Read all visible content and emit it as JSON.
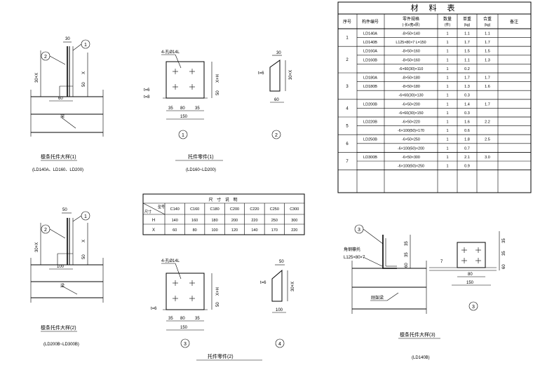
{
  "material_table": {
    "title": "材 料 表",
    "headers": [
      "序号",
      "构件编号",
      "零件规格",
      "数量",
      "单重",
      "合重",
      "备注"
    ],
    "header_units": [
      "",
      "",
      "(-长x宽x厚)",
      "(件)",
      "(kg)",
      "(kg)",
      ""
    ],
    "groups": [
      {
        "no": "1",
        "rows": [
          {
            "code": "LD140A",
            "spec": "-8×50×140",
            "qty": "1",
            "unit": "1.1",
            "total": "1.1"
          },
          {
            "code": "LD140B",
            "spec": "L125×80×7    L=150",
            "qty": "1",
            "unit": "1.7",
            "total": "1.7"
          }
        ]
      },
      {
        "no": "2",
        "rows": [
          {
            "code": "LD160A",
            "spec": "-8×50×160",
            "qty": "1",
            "unit": "1.5",
            "total": "1.5"
          },
          {
            "code": "LD160B",
            "spec": "-8×50×160",
            "qty": "1",
            "unit": "1.1",
            "total": "1.3"
          },
          {
            "code": "",
            "spec": "-6×60(30)×110",
            "qty": "1",
            "unit": "0.2",
            "total": ""
          }
        ]
      },
      {
        "no": "3",
        "rows": [
          {
            "code": "LD180A",
            "spec": "-8×50×180",
            "qty": "1",
            "unit": "1.7",
            "total": "1.7"
          },
          {
            "code": "LD180B",
            "spec": "-8×50×180",
            "qty": "1",
            "unit": "1.3",
            "total": "1.6"
          },
          {
            "code": "",
            "spec": "-6×60(30)×130",
            "qty": "1",
            "unit": "0.3",
            "total": ""
          }
        ]
      },
      {
        "no": "4",
        "rows": [
          {
            "code": "LD200B",
            "spec": "-6×50×200",
            "qty": "1",
            "unit": "1.4",
            "total": "1.7"
          },
          {
            "code": "",
            "spec": "-6×60(30)×150",
            "qty": "1",
            "unit": "0.3",
            "total": ""
          }
        ]
      },
      {
        "no": "5",
        "rows": [
          {
            "code": "LD220B",
            "spec": "-6×50×220",
            "qty": "1",
            "unit": "1.6",
            "total": "2.2"
          },
          {
            "code": "",
            "spec": "-6×100(50)×170",
            "qty": "1",
            "unit": "0.6",
            "total": ""
          }
        ]
      },
      {
        "no": "6",
        "rows": [
          {
            "code": "LD250B",
            "spec": "-6×50×250",
            "qty": "1",
            "unit": "1.8",
            "total": "2.5"
          },
          {
            "code": "",
            "spec": "-6×100(50)×200",
            "qty": "1",
            "unit": "0.7",
            "total": ""
          }
        ]
      },
      {
        "no": "7",
        "rows": [
          {
            "code": "LD300B",
            "spec": "-6×50×300",
            "qty": "1",
            "unit": "2.1",
            "total": "3.0"
          },
          {
            "code": "",
            "spec": "-6×100(50)×250",
            "qty": "1",
            "unit": "0.9",
            "total": ""
          }
        ]
      }
    ]
  },
  "size_table": {
    "title": "尺 寸 说 明",
    "corner_top": "型号",
    "corner_bottom": "尺寸",
    "columns": [
      "C140",
      "C160",
      "C180",
      "C200",
      "C220",
      "C250",
      "C300"
    ],
    "rows": [
      {
        "label": "H",
        "values": [
          "140",
          "160",
          "180",
          "200",
          "220",
          "250",
          "300"
        ]
      },
      {
        "label": "X",
        "values": [
          "60",
          "80",
          "100",
          "120",
          "140",
          "170",
          "220"
        ]
      }
    ]
  },
  "detail1": {
    "title": "檩条托件大样(1)",
    "subtitle": "(LD140A、LD160、LD200)",
    "dims": {
      "top": "30",
      "left": "30+X",
      "right_upper": "X",
      "right_lower": "50",
      "bottom": "60"
    },
    "beam_label": "梁",
    "callouts": [
      "2",
      "1"
    ]
  },
  "detail2": {
    "title": "檩条托件大样(2)",
    "subtitle": "(LD200B~LD300B)",
    "dims": {
      "top": "50",
      "left": "30+X",
      "right_upper": "X",
      "right_lower": "50",
      "bottom": "100"
    },
    "beam_label": "梁",
    "callouts": [
      "2",
      "1"
    ]
  },
  "parts1": {
    "title": "托件零件(1)",
    "subtitle": "(LD160~LD200)",
    "hole_label": "4-孔Ø14L",
    "thickness": [
      "t=6",
      "t=8"
    ],
    "dims": {
      "right": "X+H",
      "right_lower": "50",
      "b1": "35",
      "b2": "80",
      "b3": "35",
      "width": "150"
    },
    "callout": "1"
  },
  "part2": {
    "thickness": "t=6",
    "dims": {
      "top": "30",
      "right": "30+X",
      "bottom": "60"
    },
    "callout": "2"
  },
  "parts2": {
    "title": "托件零件(2)",
    "hole_label": "4-孔Ø14L",
    "thickness": "t=6",
    "dims": {
      "right": "X+H",
      "right_lower": "50",
      "b1": "35",
      "b2": "80",
      "b3": "35",
      "width": "150"
    },
    "callout": "3"
  },
  "part4": {
    "thickness": "t=6",
    "dims": {
      "top": "50",
      "right": "30+X",
      "bottom": "100"
    },
    "callout": "4"
  },
  "detail3": {
    "title": "檩条托件大样(3)",
    "subtitle": "(LD140B)",
    "angle_label": "角钢檩托",
    "angle_spec": "L125×80×7",
    "beam_label": "刚架梁",
    "callout": "3",
    "dims": {
      "top": "35",
      "mid": "35",
      "low": "60",
      "bottom": "7"
    },
    "plan": {
      "dims": {
        "inner": "80",
        "outer": "150",
        "r1": "35",
        "r2": "35",
        "r3": "60"
      },
      "callout": "3"
    }
  }
}
